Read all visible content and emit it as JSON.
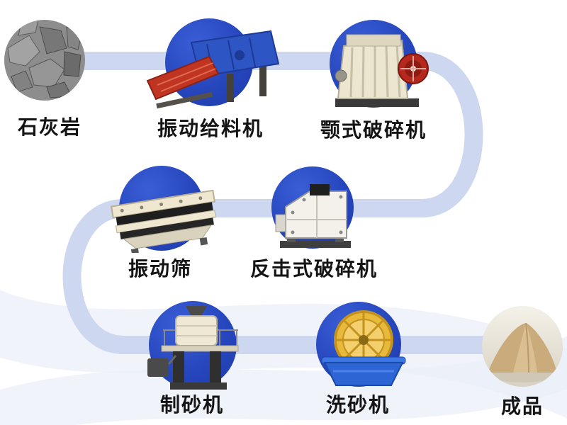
{
  "diagram": {
    "title": "sand-production-line-flow",
    "background_color": "#ffffff",
    "flow_band_color": "#cdd8f0",
    "circle_color": "#2646bd",
    "label_color": "#141414",
    "nodes": [
      {
        "id": "limestone",
        "label": "石灰岩",
        "type": "material-photo"
      },
      {
        "id": "vibrating-feeder",
        "label": "振动给料机",
        "type": "machine"
      },
      {
        "id": "jaw-crusher",
        "label": "颚式破碎机",
        "type": "machine"
      },
      {
        "id": "impact-crusher",
        "label": "反击式破碎机",
        "type": "machine"
      },
      {
        "id": "vibrating-screen",
        "label": "振动筛",
        "type": "machine"
      },
      {
        "id": "sand-making-machine",
        "label": "制砂机",
        "type": "machine"
      },
      {
        "id": "sand-washer",
        "label": "洗砂机",
        "type": "machine"
      },
      {
        "id": "finished-product",
        "label": "成品",
        "type": "material-photo"
      }
    ],
    "flow_order": [
      "石灰岩",
      "振动给料机",
      "颚式破碎机",
      "反击式破碎机",
      "振动筛",
      "制砂机",
      "洗砂机",
      "成品"
    ]
  }
}
